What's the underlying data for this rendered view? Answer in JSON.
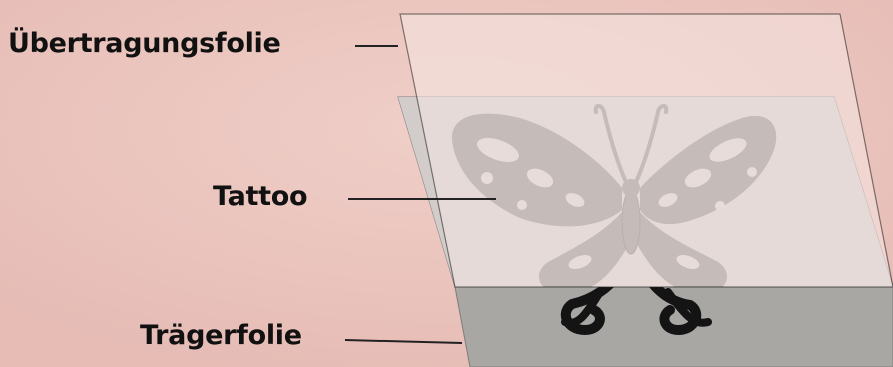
{
  "diagram": {
    "labels": {
      "transfer_film": "Übertragungsfolie",
      "tattoo": "Tattoo",
      "carrier_film": "Trägerfolie"
    },
    "colors": {
      "background": "#e9c3bd",
      "transfer_film": "#f6e6e2",
      "tattoo_sheet": "#d6d0ce",
      "carrier_film": "#a9a7a3",
      "tattoo_print": "#8a8887",
      "tattoo_print_on_carrier": "#141414",
      "leader_line": "#222222"
    }
  }
}
